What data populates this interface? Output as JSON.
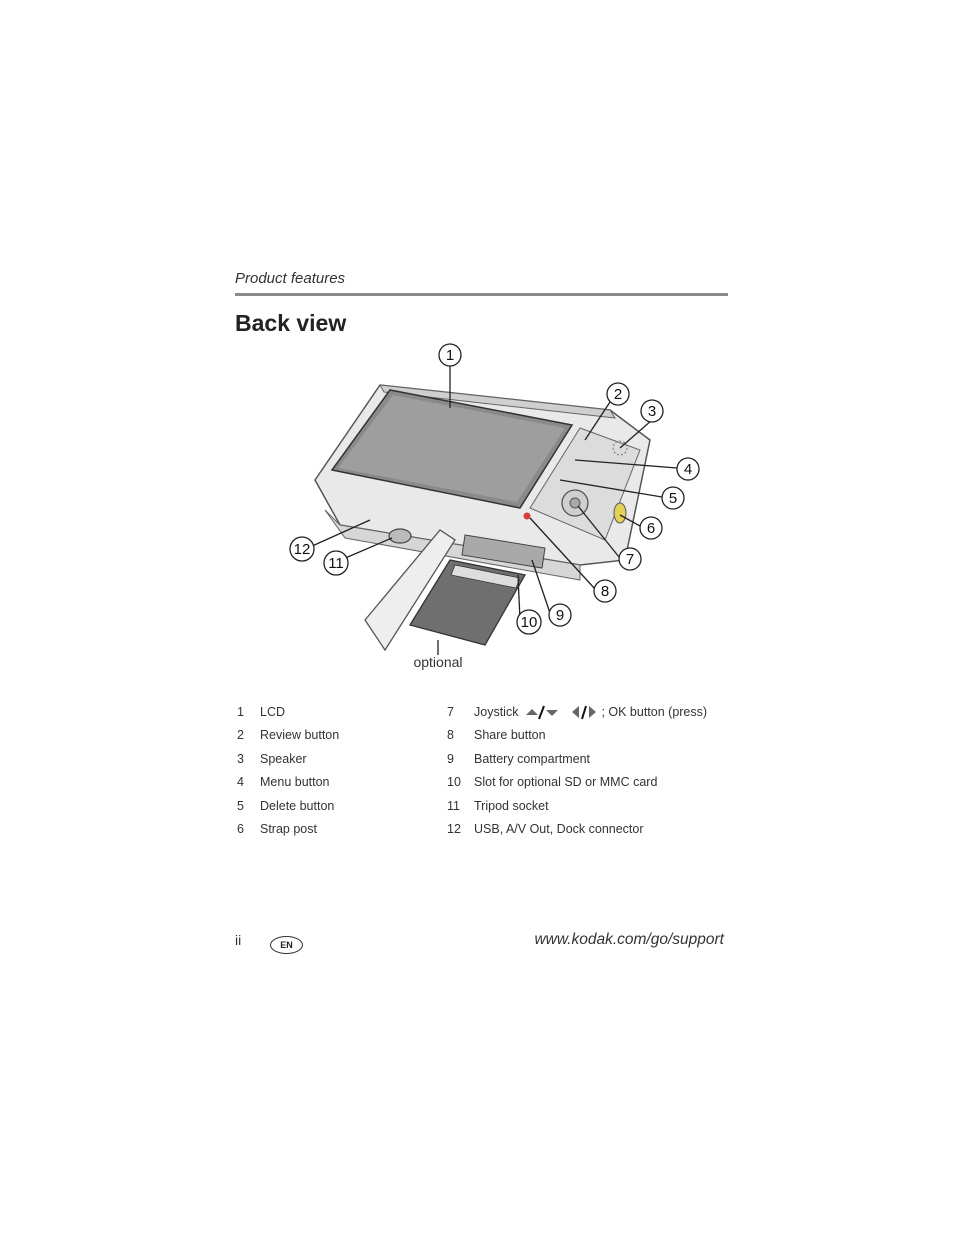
{
  "header": {
    "section_title": "Product features",
    "page_heading": "Back view"
  },
  "figure": {
    "optional_label": "optional",
    "callouts": [
      "1",
      "2",
      "3",
      "4",
      "5",
      "6",
      "7",
      "8",
      "9",
      "10",
      "11",
      "12"
    ]
  },
  "legend": {
    "left": [
      {
        "num": "1",
        "label": "LCD"
      },
      {
        "num": "2",
        "label": "Review button"
      },
      {
        "num": "3",
        "label": "Speaker"
      },
      {
        "num": "4",
        "label": "Menu button"
      },
      {
        "num": "5",
        "label": "Delete button"
      },
      {
        "num": "6",
        "label": "Strap post"
      }
    ],
    "right": [
      {
        "num": "7",
        "label": "Joystick",
        "suffix": "; OK button (press)"
      },
      {
        "num": "8",
        "label": "Share button"
      },
      {
        "num": "9",
        "label": "Battery compartment"
      },
      {
        "num": "10",
        "label": "Slot for optional SD or MMC card"
      },
      {
        "num": "11",
        "label": "Tripod socket"
      },
      {
        "num": "12",
        "label": "USB, A/V Out, Dock connector"
      }
    ]
  },
  "footer": {
    "page_number": "ii",
    "language_badge": "EN",
    "url": "www.kodak.com/go/support"
  }
}
